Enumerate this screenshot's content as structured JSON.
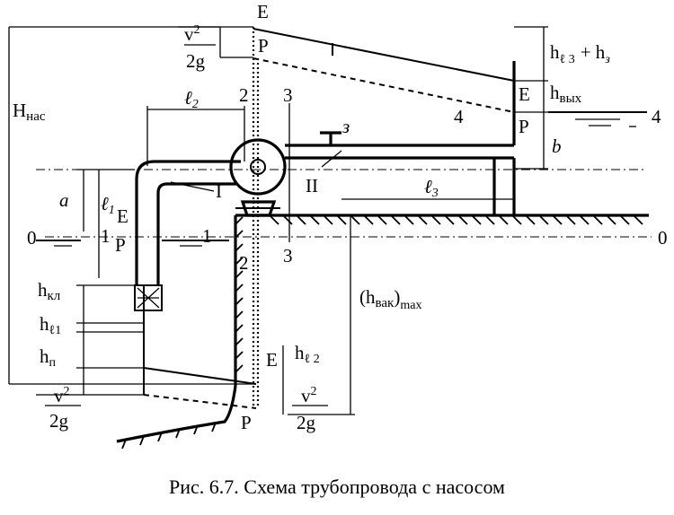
{
  "labels": {
    "E_top": "E",
    "P_top": "P",
    "v2_top": "v",
    "v2_top_exp": "2",
    "g2_top": "2g",
    "H_nas": "H",
    "H_nas_sub": "нас",
    "l2": "ℓ",
    "l2_sub": "2",
    "sec2_top": "2",
    "sec3_top": "3",
    "hl3": "h",
    "hl3_sub": "ℓ 3",
    "plus_hz": "+ h",
    "hz_sub": "з",
    "E_right": "E",
    "P_right": "P",
    "h_vyh": "h",
    "h_vyh_sub": "вых",
    "level4_right": "4",
    "level4_mid": "4",
    "b": "b",
    "valve_z": "з",
    "a": "a",
    "l1": "ℓ",
    "l1_sub": "1",
    "E_left": "E",
    "P_left": "P",
    "I": "I",
    "II": "II",
    "l3": "ℓ",
    "l3_sub": "3",
    "zero_left": "0",
    "zero_right": "0",
    "one_left": "1",
    "one_right": "1",
    "sec2_bottom": "2",
    "sec3_bottom": "3",
    "h_kl": "h",
    "h_kl_sub": "кл",
    "h_vak": "(h",
    "h_vak_sub": "вак",
    "h_vak_close": ")",
    "h_vak_max": "max",
    "hl1": "h",
    "hl1_sub": "ℓ1",
    "hn": "h",
    "hn_sub": "п",
    "E_bottom": "E",
    "hl2": "h",
    "hl2_sub": "ℓ 2",
    "v2_bl": "v",
    "v2_bl_exp": "2",
    "g2_bl": "2g",
    "P_bottom": "P",
    "v2_br": "v",
    "v2_br_exp": "2",
    "g2_br": "2g"
  },
  "caption": "Рис. 6.7. Схема трубопровода с насосом"
}
